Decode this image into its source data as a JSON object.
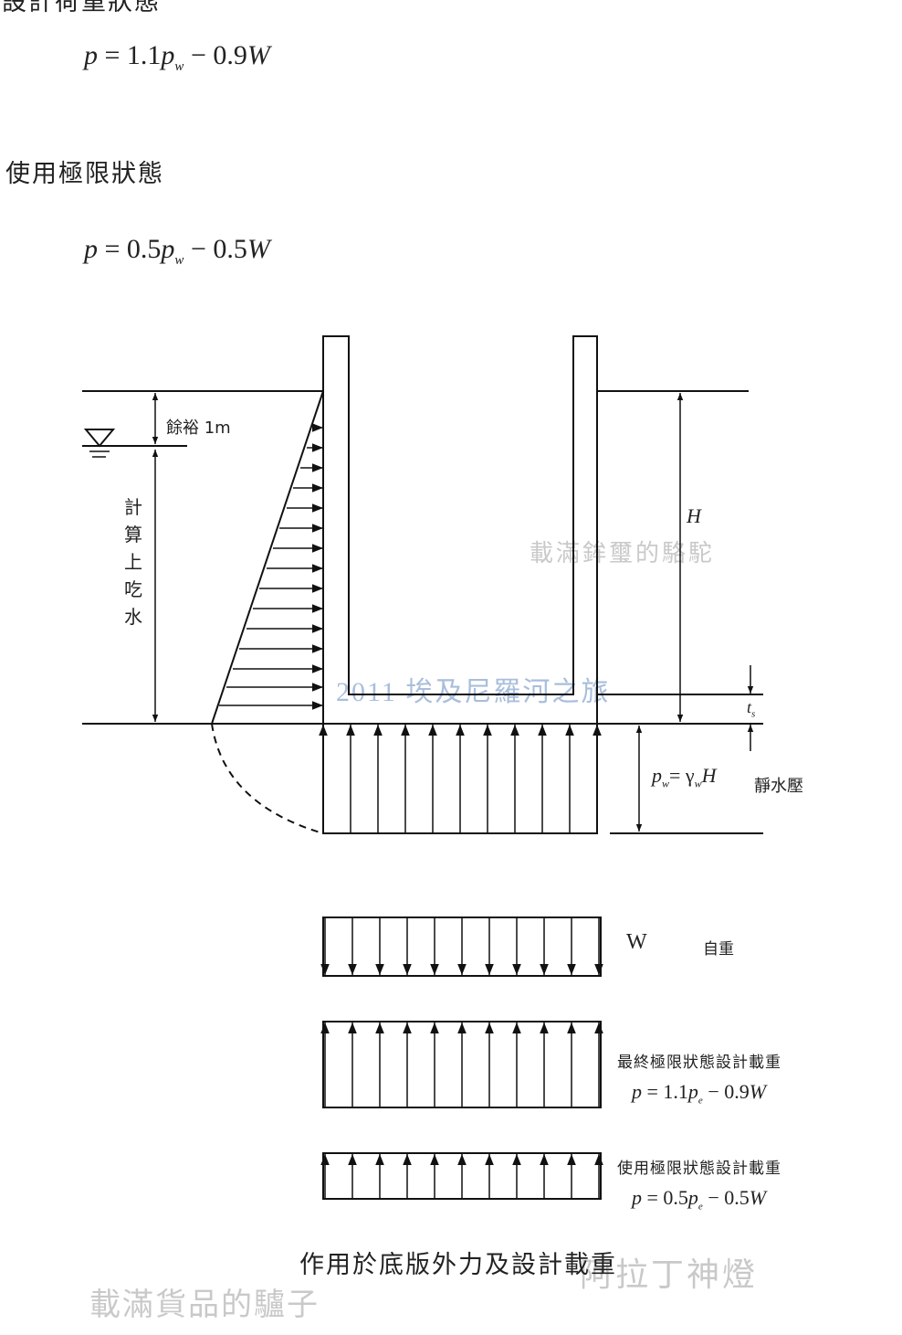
{
  "top_clipped_text": "設計荷重狀態",
  "ultimate": {
    "equation": "p = 1.1p_w − 0.9W",
    "lhs": "p",
    "eqsign": "=",
    "coef1": "1.1",
    "var1": "p",
    "sub1": "w",
    "minus": "−",
    "coef2": "0.9",
    "var2": "W"
  },
  "service": {
    "heading": "使用極限狀態",
    "equation": "p = 0.5p_w − 0.5W",
    "lhs": "p",
    "eqsign": "=",
    "coef1": "0.5",
    "var1": "p",
    "sub1": "w",
    "minus": "−",
    "coef2": "0.5",
    "var2": "W"
  },
  "diagram": {
    "freeboard_label": "餘裕 1m",
    "draft_label": [
      "計",
      "算",
      "上",
      "吃",
      "水"
    ],
    "H_label": "H",
    "ts_label": "t",
    "ts_sub": "s",
    "pw_label": "p",
    "pw_sub": "w",
    "pw_eq": "= γ",
    "pw_gamma_sub": "w",
    "pw_H": "H",
    "hydrostatic_label": "靜水壓",
    "weight_symbol": "W",
    "weight_label": "自重",
    "ultimate_load_label": "最終極限狀態設計載重",
    "ultimate_load_eq": {
      "lhs": "p",
      "eqsign": "=",
      "coef1": "1.1",
      "var1": "p",
      "sub1": "e",
      "minus": "−",
      "coef2": "0.9",
      "var2": "W"
    },
    "service_load_label": "使用極限狀態設計載重",
    "service_load_eq": {
      "lhs": "p",
      "eqsign": "=",
      "coef1": "0.5",
      "var1": "p",
      "sub1": "e",
      "minus": "−",
      "coef2": "0.5",
      "var2": "W"
    }
  },
  "caption": "作用於底版外力及設計載重",
  "watermarks": {
    "camel": "載滿鉾璽的駱駝",
    "trip": "2011 埃及尼羅河之旅",
    "donkey": "載滿貨品的驢子",
    "lamp": "阿拉丁神燈"
  },
  "colors": {
    "line": "#111111",
    "watermark_gray": "#c9c9c9",
    "watermark_blue": "#a9bedc"
  }
}
